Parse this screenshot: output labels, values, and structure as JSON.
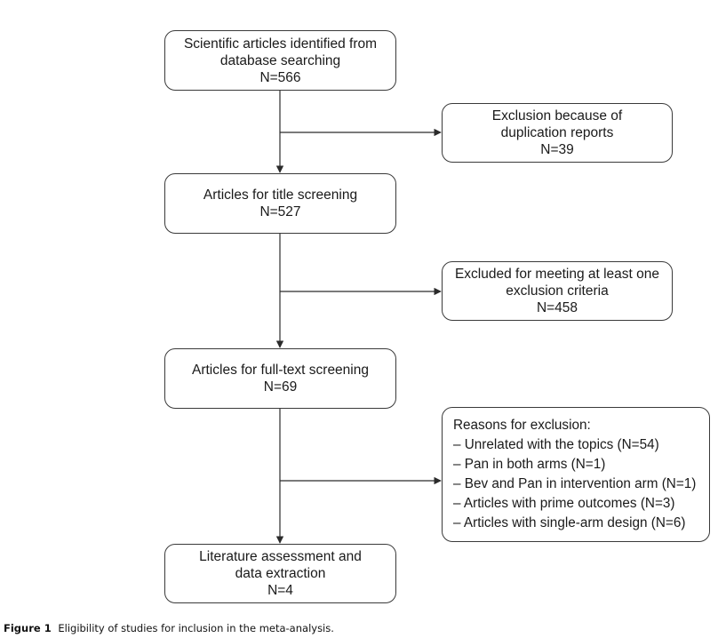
{
  "flow": {
    "identified": {
      "lines": [
        "Scientific articles identified from",
        "database searching",
        "N=566"
      ]
    },
    "duplicates": {
      "lines": [
        "Exclusion because of",
        "duplication reports",
        "N=39"
      ]
    },
    "title_screening": {
      "lines": [
        "Articles for title screening",
        "N=527"
      ]
    },
    "excluded_criteria": {
      "lines": [
        "Excluded for meeting at least one",
        "exclusion criteria",
        "N=458"
      ]
    },
    "fulltext_screening": {
      "lines": [
        "Articles for full-text screening",
        "N=69"
      ]
    },
    "reasons": {
      "heading": "Reasons for exclusion:",
      "items": [
        "– Unrelated with the topics (N=54)",
        "– Pan in both arms (N=1)",
        "– Bev and Pan in intervention arm (N=1)",
        "– Articles with prime outcomes (N=3)",
        "– Articles with single-arm design (N=6)"
      ]
    },
    "final": {
      "lines": [
        "Literature assessment and",
        "data extraction",
        "N=4"
      ]
    }
  },
  "caption": {
    "label": "Figure 1",
    "text": "Eligibility of studies for inclusion in the meta-analysis."
  },
  "colors": {
    "line": "#2b2b2b",
    "box_border": "#3a3a3a"
  }
}
